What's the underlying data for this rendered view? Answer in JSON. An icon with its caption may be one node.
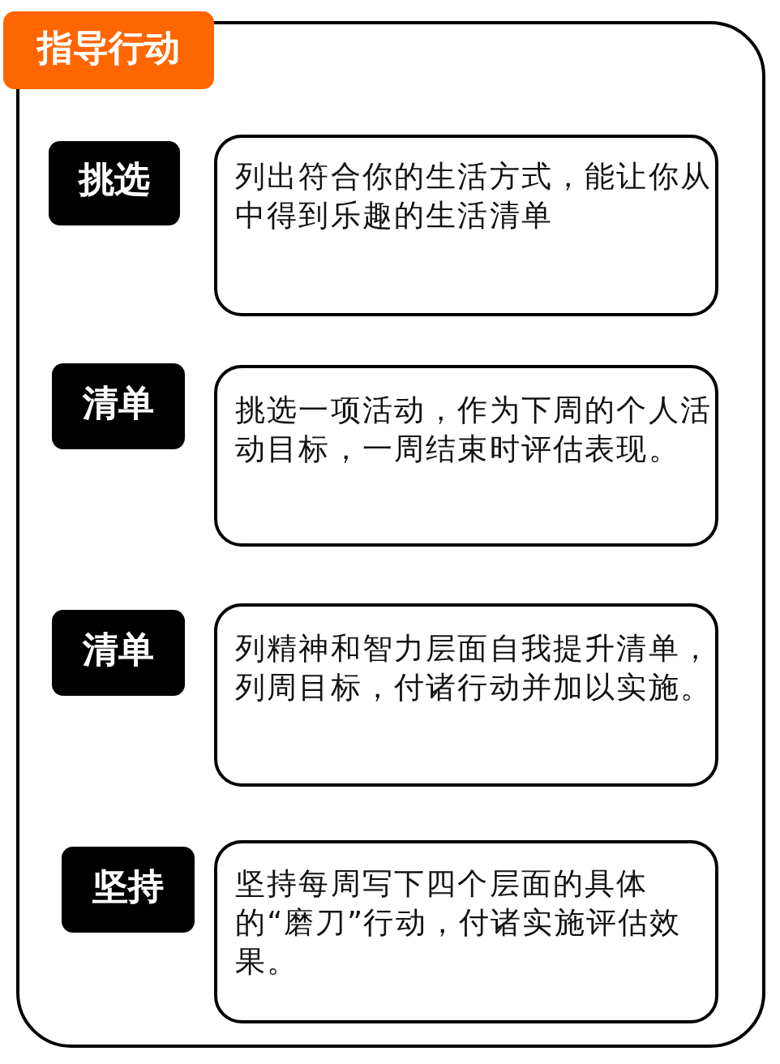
{
  "diagram": {
    "nodes": [
      {
        "text": [
          "指导行动"
        ]
      },
      {
        "text": [
          "挑选"
        ],
        "in": 0
      },
      {
        "text": [
          "列出符合你的生活方式，能让你从中得到乐趣的生活清单"
        ],
        "in": 0
      },
      {
        "text": [
          "清单"
        ],
        "in": 0
      },
      {
        "text": [
          "挑选一项活动，作为下周的个人活动目标，一周结束时评估表现。"
        ],
        "in": 0
      },
      {
        "text": [
          "清单"
        ],
        "in": 0
      },
      {
        "text": [
          "列精神和智力层面自我提升清单，列周目标，付诸行动并加以实施。"
        ],
        "in": 0
      },
      {
        "text": [
          "坚持"
        ],
        "in": 0
      },
      {
        "text": [
          "坚持每周写下四个层面的具体的“磨刀”行动，付诸实施评估效果。"
        ],
        "in": 0
      }
    ]
  }
}
